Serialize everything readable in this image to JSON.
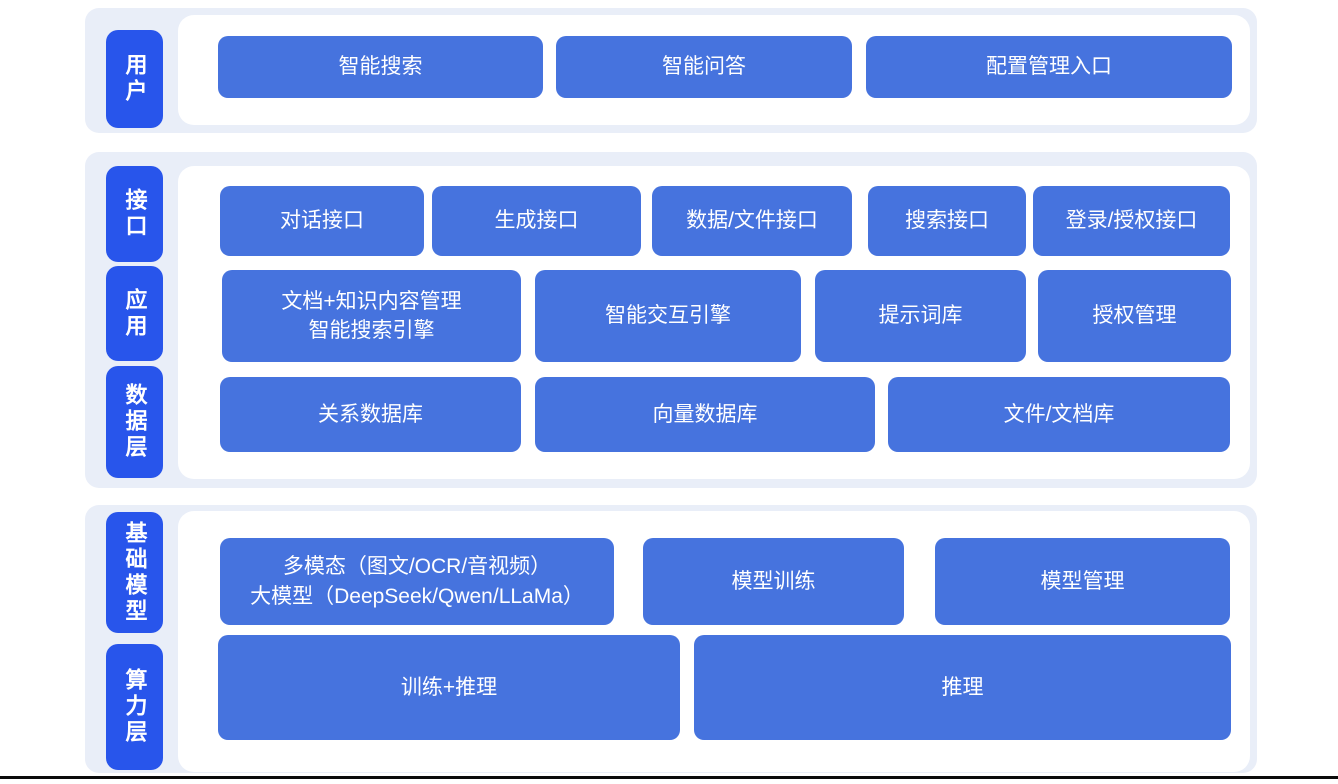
{
  "colors": {
    "tab_blue": "#2855eb",
    "box_blue": "#4673de",
    "section_bg": "#e9eef8",
    "panel_bg": "#ffffff",
    "node_text": "#ffffff",
    "bottom_line": "#0b0b0b"
  },
  "sections": [
    {
      "name": "user-layer",
      "tabs": [
        "用户"
      ],
      "rows": [
        [
          "智能搜索",
          "智能问答",
          "配置管理入口"
        ]
      ]
    },
    {
      "name": "interface-application-data-layers",
      "tabs": [
        "接口",
        "应用",
        "数据层"
      ],
      "rows": [
        [
          "对话接口",
          "生成接口",
          "数据/文件接口",
          "搜索接口",
          "登录/授权接口"
        ],
        [
          "文档+知识内容管理\n智能搜索引擎",
          "智能交互引擎",
          "提示词库",
          "授权管理"
        ],
        [
          "关系数据库",
          "向量数据库",
          "文件/文档库"
        ]
      ]
    },
    {
      "name": "foundation-model-compute-layers",
      "tabs": [
        "基础模型",
        "算力层"
      ],
      "rows": [
        [
          "多模态（图文/OCR/音视频）\n大模型（DeepSeek/Qwen/LLaMa）",
          "模型训练",
          "模型管理"
        ],
        [
          "训练+推理",
          "推理"
        ]
      ]
    }
  ]
}
